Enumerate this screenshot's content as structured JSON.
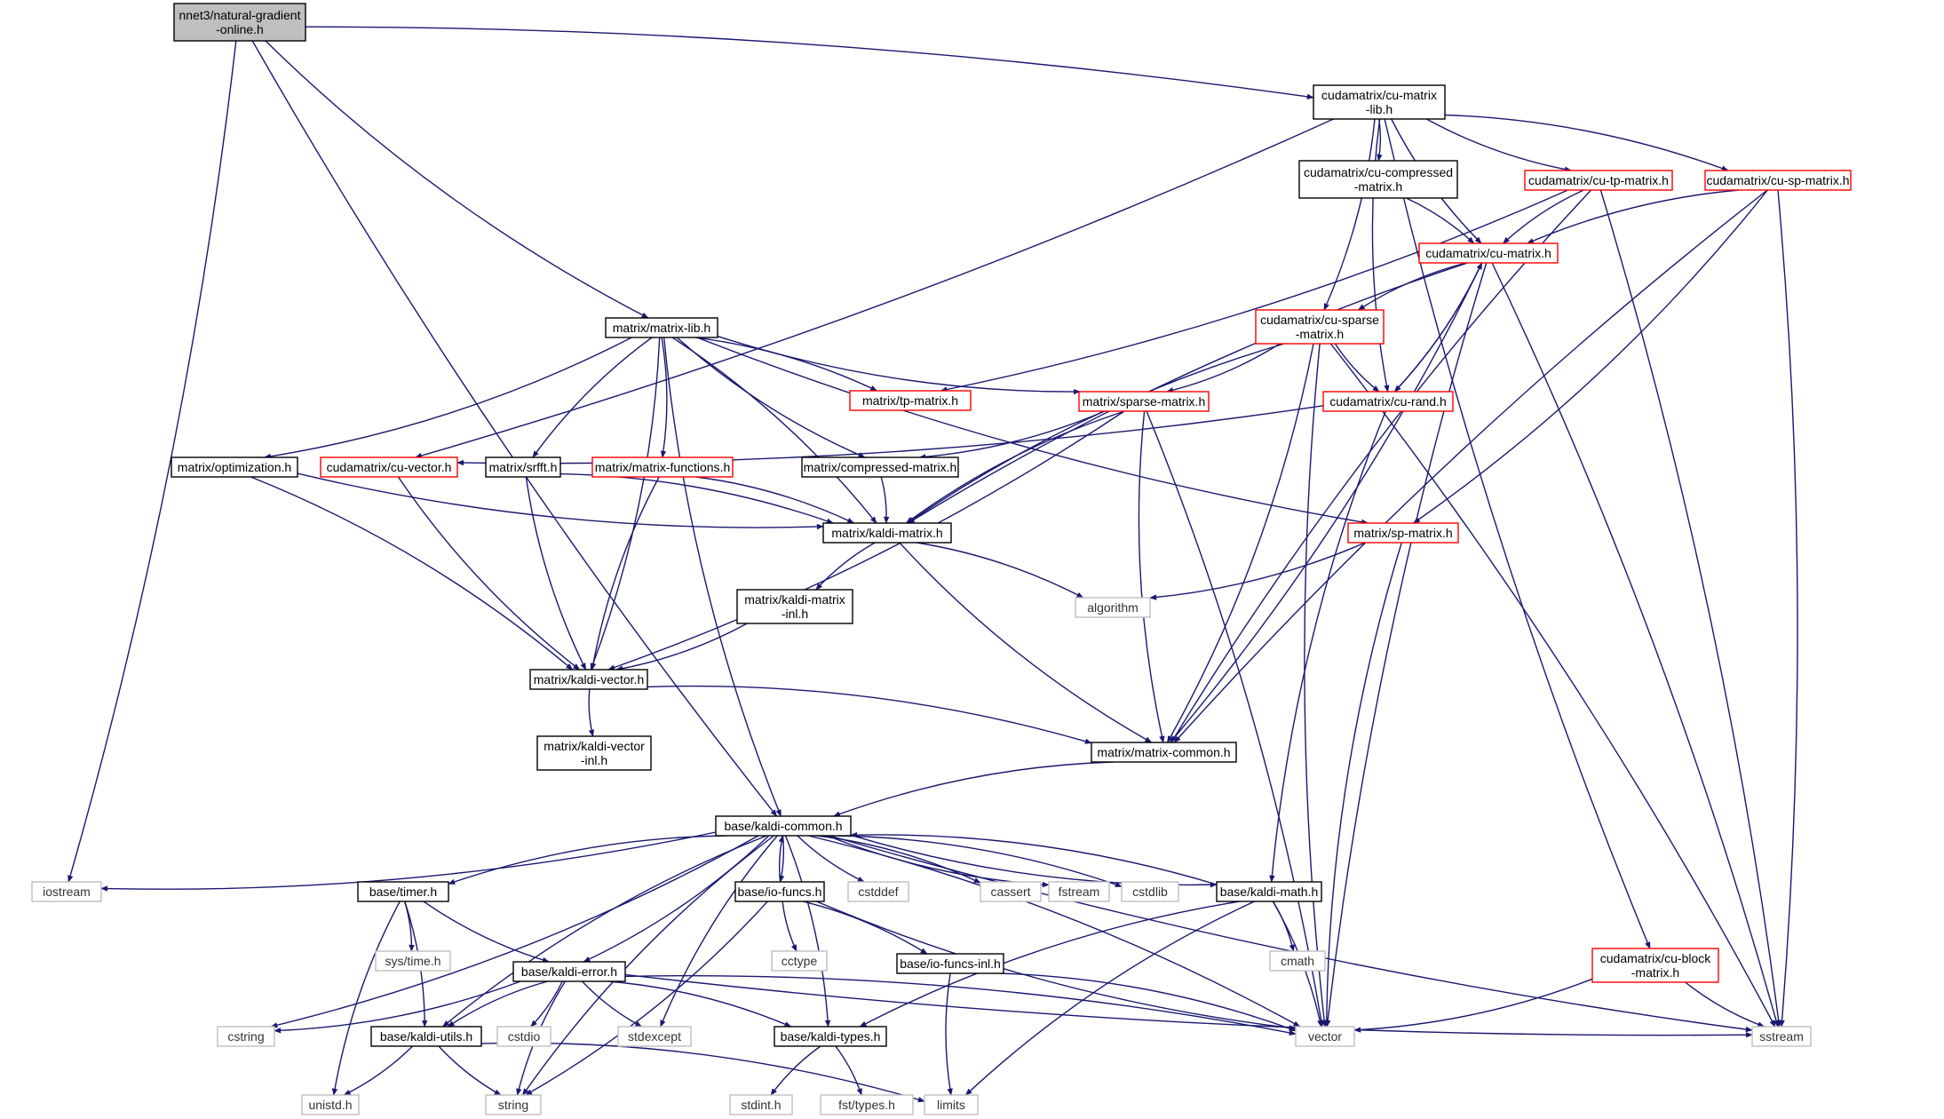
{
  "colors": {
    "edge": "#191970",
    "root_fill": "#bfbfbf",
    "box_border": "#000000",
    "truncated_border": "#ff0000",
    "system_border": "#bfbfbf",
    "text": "#000000"
  },
  "graph": {
    "nodes": [
      {
        "id": "natural_gradient",
        "lines": [
          "nnet3/natural-gradient",
          "-online.h"
        ],
        "kind": "root"
      },
      {
        "id": "cu_matrix_lib",
        "lines": [
          "cudamatrix/cu-matrix",
          "-lib.h"
        ],
        "kind": "box"
      },
      {
        "id": "cu_compressed",
        "lines": [
          "cudamatrix/cu-compressed",
          "-matrix.h"
        ],
        "kind": "box"
      },
      {
        "id": "cu_tp_matrix",
        "lines": [
          "cudamatrix/cu-tp-matrix.h"
        ],
        "kind": "truncated"
      },
      {
        "id": "cu_sp_matrix",
        "lines": [
          "cudamatrix/cu-sp-matrix.h"
        ],
        "kind": "truncated"
      },
      {
        "id": "cu_matrix",
        "lines": [
          "cudamatrix/cu-matrix.h"
        ],
        "kind": "truncated"
      },
      {
        "id": "cu_sparse",
        "lines": [
          "cudamatrix/cu-sparse",
          "-matrix.h"
        ],
        "kind": "truncated"
      },
      {
        "id": "cu_rand",
        "lines": [
          "cudamatrix/cu-rand.h"
        ],
        "kind": "truncated"
      },
      {
        "id": "matrix_lib",
        "lines": [
          "matrix/matrix-lib.h"
        ],
        "kind": "box"
      },
      {
        "id": "tp_matrix",
        "lines": [
          "matrix/tp-matrix.h"
        ],
        "kind": "truncated"
      },
      {
        "id": "sparse_matrix",
        "lines": [
          "matrix/sparse-matrix.h"
        ],
        "kind": "truncated"
      },
      {
        "id": "optimization",
        "lines": [
          "matrix/optimization.h"
        ],
        "kind": "box"
      },
      {
        "id": "cu_vector",
        "lines": [
          "cudamatrix/cu-vector.h"
        ],
        "kind": "truncated"
      },
      {
        "id": "srfft",
        "lines": [
          "matrix/srfft.h"
        ],
        "kind": "box"
      },
      {
        "id": "matrix_functions",
        "lines": [
          "matrix/matrix-functions.h"
        ],
        "kind": "truncated"
      },
      {
        "id": "compressed_matrix",
        "lines": [
          "matrix/compressed-matrix.h"
        ],
        "kind": "box"
      },
      {
        "id": "kaldi_matrix",
        "lines": [
          "matrix/kaldi-matrix.h"
        ],
        "kind": "box"
      },
      {
        "id": "sp_matrix",
        "lines": [
          "matrix/sp-matrix.h"
        ],
        "kind": "truncated"
      },
      {
        "id": "kaldi_matrix_inl",
        "lines": [
          "matrix/kaldi-matrix",
          "-inl.h"
        ],
        "kind": "box"
      },
      {
        "id": "algorithm",
        "lines": [
          "algorithm"
        ],
        "kind": "system"
      },
      {
        "id": "kaldi_vector",
        "lines": [
          "matrix/kaldi-vector.h"
        ],
        "kind": "box"
      },
      {
        "id": "kaldi_vector_inl",
        "lines": [
          "matrix/kaldi-vector",
          "-inl.h"
        ],
        "kind": "box"
      },
      {
        "id": "matrix_common",
        "lines": [
          "matrix/matrix-common.h"
        ],
        "kind": "box"
      },
      {
        "id": "kaldi_common",
        "lines": [
          "base/kaldi-common.h"
        ],
        "kind": "box"
      },
      {
        "id": "iostream",
        "lines": [
          "iostream"
        ],
        "kind": "system"
      },
      {
        "id": "timer",
        "lines": [
          "base/timer.h"
        ],
        "kind": "box"
      },
      {
        "id": "io_funcs",
        "lines": [
          "base/io-funcs.h"
        ],
        "kind": "box"
      },
      {
        "id": "cstddef",
        "lines": [
          "cstddef"
        ],
        "kind": "system"
      },
      {
        "id": "cassert",
        "lines": [
          "cassert"
        ],
        "kind": "system"
      },
      {
        "id": "fstream",
        "lines": [
          "fstream"
        ],
        "kind": "system"
      },
      {
        "id": "cstdlib",
        "lines": [
          "cstdlib"
        ],
        "kind": "system"
      },
      {
        "id": "kaldi_math",
        "lines": [
          "base/kaldi-math.h"
        ],
        "kind": "box"
      },
      {
        "id": "sys_time",
        "lines": [
          "sys/time.h"
        ],
        "kind": "system"
      },
      {
        "id": "cctype",
        "lines": [
          "cctype"
        ],
        "kind": "system"
      },
      {
        "id": "cmath",
        "lines": [
          "cmath"
        ],
        "kind": "system"
      },
      {
        "id": "kaldi_error",
        "lines": [
          "base/kaldi-error.h"
        ],
        "kind": "box"
      },
      {
        "id": "io_funcs_inl",
        "lines": [
          "base/io-funcs-inl.h"
        ],
        "kind": "box"
      },
      {
        "id": "cu_block",
        "lines": [
          "cudamatrix/cu-block",
          "-matrix.h"
        ],
        "kind": "truncated"
      },
      {
        "id": "cstring",
        "lines": [
          "cstring"
        ],
        "kind": "system"
      },
      {
        "id": "kaldi_utils",
        "lines": [
          "base/kaldi-utils.h"
        ],
        "kind": "box"
      },
      {
        "id": "cstdio",
        "lines": [
          "cstdio"
        ],
        "kind": "system"
      },
      {
        "id": "stdexcept",
        "lines": [
          "stdexcept"
        ],
        "kind": "system"
      },
      {
        "id": "kaldi_types",
        "lines": [
          "base/kaldi-types.h"
        ],
        "kind": "box"
      },
      {
        "id": "vector",
        "lines": [
          "vector"
        ],
        "kind": "system"
      },
      {
        "id": "sstream",
        "lines": [
          "sstream"
        ],
        "kind": "system"
      },
      {
        "id": "unistd",
        "lines": [
          "unistd.h"
        ],
        "kind": "system"
      },
      {
        "id": "string",
        "lines": [
          "string"
        ],
        "kind": "system"
      },
      {
        "id": "stdint",
        "lines": [
          "stdint.h"
        ],
        "kind": "system"
      },
      {
        "id": "fst_types",
        "lines": [
          "fst/types.h"
        ],
        "kind": "system"
      },
      {
        "id": "limits",
        "lines": [
          "limits"
        ],
        "kind": "system"
      }
    ],
    "edges": [
      [
        "natural_gradient",
        "cu_matrix_lib"
      ],
      [
        "natural_gradient",
        "matrix_lib"
      ],
      [
        "natural_gradient",
        "iostream"
      ],
      [
        "natural_gradient",
        "kaldi_common"
      ],
      [
        "cu_matrix_lib",
        "cu_compressed"
      ],
      [
        "cu_matrix_lib",
        "cu_tp_matrix"
      ],
      [
        "cu_matrix_lib",
        "cu_sp_matrix"
      ],
      [
        "cu_matrix_lib",
        "cu_matrix"
      ],
      [
        "cu_matrix_lib",
        "cu_sparse"
      ],
      [
        "cu_matrix_lib",
        "cu_rand"
      ],
      [
        "cu_matrix_lib",
        "cu_vector"
      ],
      [
        "cu_matrix_lib",
        "cu_block"
      ],
      [
        "cu_compressed",
        "cu_matrix"
      ],
      [
        "cu_tp_matrix",
        "cu_matrix"
      ],
      [
        "cu_tp_matrix",
        "tp_matrix"
      ],
      [
        "cu_tp_matrix",
        "matrix_common"
      ],
      [
        "cu_tp_matrix",
        "sstream"
      ],
      [
        "cu_sp_matrix",
        "cu_matrix"
      ],
      [
        "cu_sp_matrix",
        "sp_matrix"
      ],
      [
        "cu_sp_matrix",
        "matrix_common"
      ],
      [
        "cu_sp_matrix",
        "sstream"
      ],
      [
        "cu_matrix",
        "cu_sparse"
      ],
      [
        "cu_matrix",
        "cu_rand"
      ],
      [
        "cu_matrix",
        "kaldi_matrix"
      ],
      [
        "cu_matrix",
        "matrix_common"
      ],
      [
        "cu_matrix",
        "vector"
      ],
      [
        "cu_matrix",
        "sstream"
      ],
      [
        "cu_sparse",
        "cu_rand"
      ],
      [
        "cu_sparse",
        "sparse_matrix"
      ],
      [
        "cu_sparse",
        "kaldi_matrix"
      ],
      [
        "cu_sparse",
        "matrix_common"
      ],
      [
        "cu_sparse",
        "vector"
      ],
      [
        "cu_sparse",
        "sstream"
      ],
      [
        "cu_rand",
        "cu_matrix"
      ],
      [
        "cu_rand",
        "cu_vector"
      ],
      [
        "cu_rand",
        "kaldi_math"
      ],
      [
        "matrix_lib",
        "tp_matrix"
      ],
      [
        "matrix_lib",
        "sparse_matrix"
      ],
      [
        "matrix_lib",
        "optimization"
      ],
      [
        "matrix_lib",
        "srfft"
      ],
      [
        "matrix_lib",
        "matrix_functions"
      ],
      [
        "matrix_lib",
        "compressed_matrix"
      ],
      [
        "matrix_lib",
        "kaldi_matrix"
      ],
      [
        "matrix_lib",
        "sp_matrix"
      ],
      [
        "matrix_lib",
        "kaldi_vector"
      ],
      [
        "matrix_lib",
        "kaldi_common"
      ],
      [
        "sparse_matrix",
        "compressed_matrix"
      ],
      [
        "sparse_matrix",
        "kaldi_matrix"
      ],
      [
        "sparse_matrix",
        "kaldi_vector"
      ],
      [
        "sparse_matrix",
        "matrix_common"
      ],
      [
        "sparse_matrix",
        "vector"
      ],
      [
        "optimization",
        "kaldi_matrix"
      ],
      [
        "optimization",
        "kaldi_vector"
      ],
      [
        "cu_vector",
        "kaldi_vector"
      ],
      [
        "srfft",
        "kaldi_matrix"
      ],
      [
        "srfft",
        "kaldi_vector"
      ],
      [
        "matrix_functions",
        "kaldi_matrix"
      ],
      [
        "matrix_functions",
        "kaldi_vector"
      ],
      [
        "compressed_matrix",
        "kaldi_matrix"
      ],
      [
        "kaldi_matrix",
        "kaldi_matrix_inl"
      ],
      [
        "kaldi_matrix",
        "algorithm"
      ],
      [
        "kaldi_matrix",
        "matrix_common"
      ],
      [
        "sp_matrix",
        "algorithm"
      ],
      [
        "sp_matrix",
        "vector"
      ],
      [
        "kaldi_matrix_inl",
        "kaldi_vector"
      ],
      [
        "kaldi_vector",
        "kaldi_vector_inl"
      ],
      [
        "kaldi_vector",
        "matrix_common"
      ],
      [
        "matrix_common",
        "kaldi_common"
      ],
      [
        "kaldi_common",
        "iostream"
      ],
      [
        "kaldi_common",
        "timer"
      ],
      [
        "kaldi_common",
        "io_funcs"
      ],
      [
        "kaldi_common",
        "cstddef"
      ],
      [
        "kaldi_common",
        "cassert"
      ],
      [
        "kaldi_common",
        "fstream"
      ],
      [
        "kaldi_common",
        "cstdlib"
      ],
      [
        "kaldi_common",
        "kaldi_math"
      ],
      [
        "kaldi_common",
        "kaldi_error"
      ],
      [
        "kaldi_common",
        "kaldi_utils"
      ],
      [
        "kaldi_common",
        "kaldi_types"
      ],
      [
        "kaldi_common",
        "stdexcept"
      ],
      [
        "kaldi_common",
        "cstring"
      ],
      [
        "kaldi_common",
        "string"
      ],
      [
        "kaldi_common",
        "vector"
      ],
      [
        "kaldi_common",
        "sstream"
      ],
      [
        "io_funcs",
        "kaldi_common"
      ],
      [
        "io_funcs",
        "cctype"
      ],
      [
        "io_funcs",
        "io_funcs_inl"
      ],
      [
        "io_funcs",
        "vector"
      ],
      [
        "io_funcs",
        "string"
      ],
      [
        "kaldi_math",
        "kaldi_common"
      ],
      [
        "kaldi_math",
        "cmath"
      ],
      [
        "kaldi_math",
        "kaldi_types"
      ],
      [
        "kaldi_math",
        "vector"
      ],
      [
        "kaldi_math",
        "limits"
      ],
      [
        "timer",
        "sys_time"
      ],
      [
        "timer",
        "kaldi_error"
      ],
      [
        "timer",
        "kaldi_utils"
      ],
      [
        "timer",
        "unistd"
      ],
      [
        "kaldi_error",
        "cstring"
      ],
      [
        "kaldi_error",
        "kaldi_utils"
      ],
      [
        "kaldi_error",
        "cstdio"
      ],
      [
        "kaldi_error",
        "stdexcept"
      ],
      [
        "kaldi_error",
        "kaldi_types"
      ],
      [
        "kaldi_error",
        "string"
      ],
      [
        "kaldi_error",
        "vector"
      ],
      [
        "kaldi_error",
        "sstream"
      ],
      [
        "io_funcs_inl",
        "vector"
      ],
      [
        "io_funcs_inl",
        "limits"
      ],
      [
        "cu_block",
        "vector"
      ],
      [
        "cu_block",
        "sstream"
      ],
      [
        "kaldi_utils",
        "unistd"
      ],
      [
        "kaldi_utils",
        "string"
      ],
      [
        "kaldi_utils",
        "limits"
      ],
      [
        "kaldi_types",
        "stdint"
      ],
      [
        "kaldi_types",
        "fst_types"
      ]
    ]
  }
}
